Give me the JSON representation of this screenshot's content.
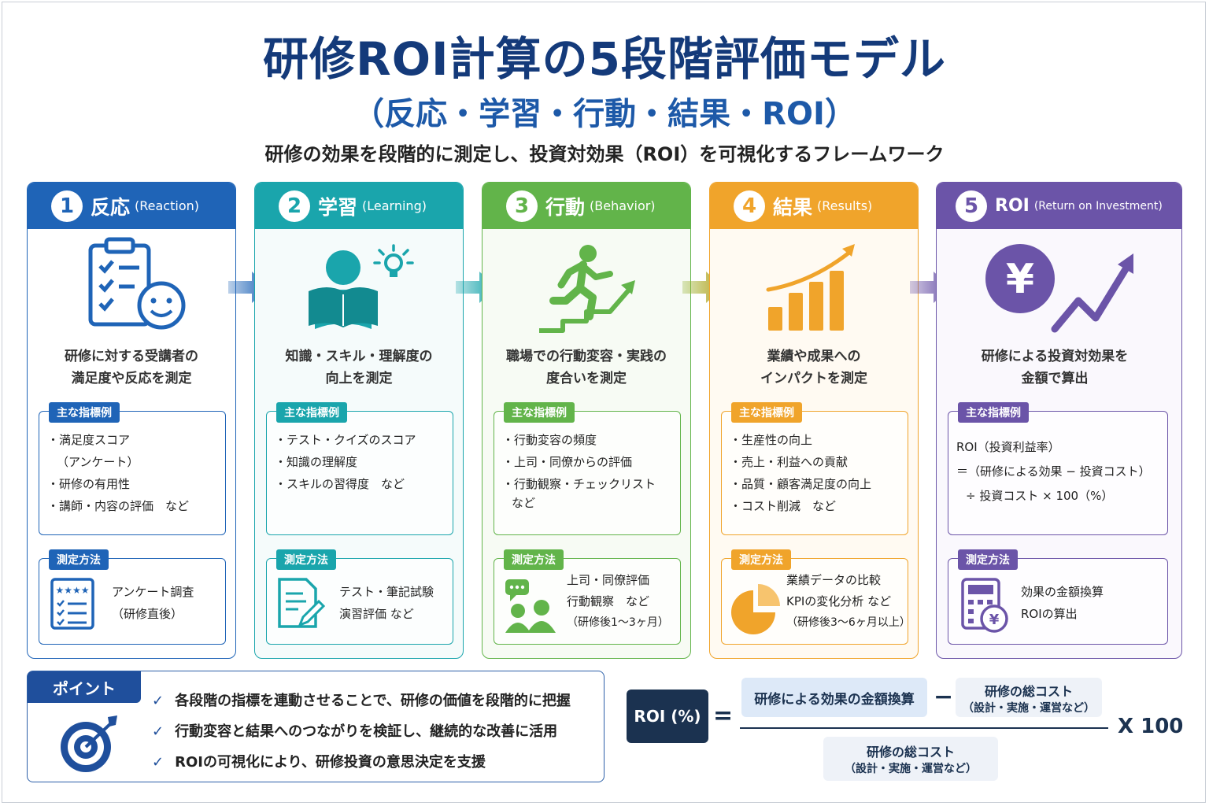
{
  "title": "研修ROI計算の5段階評価モデル",
  "subtitle": "（反応・学習・行動・結果・ROI）",
  "tagline": "研修の効果を段階的に測定し、投資対効果（ROI）を可視化するフレームワーク",
  "colors": {
    "stage1": "#1f64b7",
    "stage2": "#1aa5ac",
    "stage3": "#62b44a",
    "stage4": "#f0a42b",
    "stage5": "#6b54a8",
    "navy": "#1b3250"
  },
  "labels": {
    "metrics": "主な指標例",
    "method": "測定方法"
  },
  "stages": [
    {
      "num": "1",
      "name": "反応",
      "en": "(Reaction)",
      "desc": [
        "研修に対する受講者の",
        "満足度や反応を測定"
      ],
      "metrics": [
        "・満足度スコア",
        "（アンケート）",
        "・研修の有用性",
        "・講師・内容の評価　など"
      ],
      "method": [
        "アンケート調査",
        "（研修直後）"
      ],
      "icon": "clipboard-smile-icon",
      "method_icon": "rating-form-icon"
    },
    {
      "num": "2",
      "name": "学習",
      "en": "(Learning)",
      "desc": [
        "知識・スキル・理解度の",
        "向上を測定"
      ],
      "metrics": [
        "・テスト・クイズのスコア",
        "・知識の理解度",
        "・スキルの習得度　など"
      ],
      "method": [
        "テスト・筆記試験",
        "演習評価 など"
      ],
      "icon": "reader-lightbulb-icon",
      "method_icon": "document-pen-icon"
    },
    {
      "num": "3",
      "name": "行動",
      "en": "(Behavior)",
      "desc": [
        "職場での行動変容・実践の",
        "度合いを測定"
      ],
      "metrics": [
        "・行動変容の頻度",
        "・上司・同僚からの評価",
        "・行動観察・チェックリスト",
        "など"
      ],
      "method": [
        "上司・同僚評価",
        "行動観察　など",
        "（研修後1〜3ヶ月）"
      ],
      "icon": "running-stairs-icon",
      "method_icon": "people-chat-icon"
    },
    {
      "num": "4",
      "name": "結果",
      "en": "(Results)",
      "desc": [
        "業績や成果への",
        "インパクトを測定"
      ],
      "metrics": [
        "・生産性の向上",
        "・売上・利益への貢献",
        "・品質・顧客満足度の向上",
        "・コスト削減　など"
      ],
      "method": [
        "業績データの比較",
        "KPIの変化分析 など",
        "（研修後3〜6ヶ月以上）"
      ],
      "icon": "growth-bar-chart-icon",
      "method_icon": "pie-chart-icon"
    },
    {
      "num": "5",
      "name": "ROI",
      "en": "(Return on Investment)",
      "desc": [
        "研修による投資対効果を",
        "金額で算出"
      ],
      "metrics": [
        "ROI（投資利益率）",
        "＝（研修による効果 − 投資コスト）",
        "÷ 投資コスト × 100（%）"
      ],
      "method": [
        "効果の金額換算",
        "ROIの算出"
      ],
      "icon": "yen-growth-icon",
      "method_icon": "calculator-yen-icon"
    }
  ],
  "point": {
    "label": "ポイント",
    "items": [
      "各段階の指標を連動させることで、研修の価値を段階的に把握",
      "行動変容と結果へのつながりを検証し、継続的な改善に活用",
      "ROIの可視化により、研修投資の意思決定を支援"
    ]
  },
  "formula": {
    "lhs": "ROI (%)",
    "equals": "=",
    "numerator_a": "研修による効果の金額換算",
    "minus": "−",
    "numerator_b": "研修の総コスト",
    "numerator_b_note": "（設計・実施・運営など）",
    "denominator": "研修の総コスト",
    "denominator_note": "（設計・実施・運営など）",
    "multiplier": "X 100"
  }
}
